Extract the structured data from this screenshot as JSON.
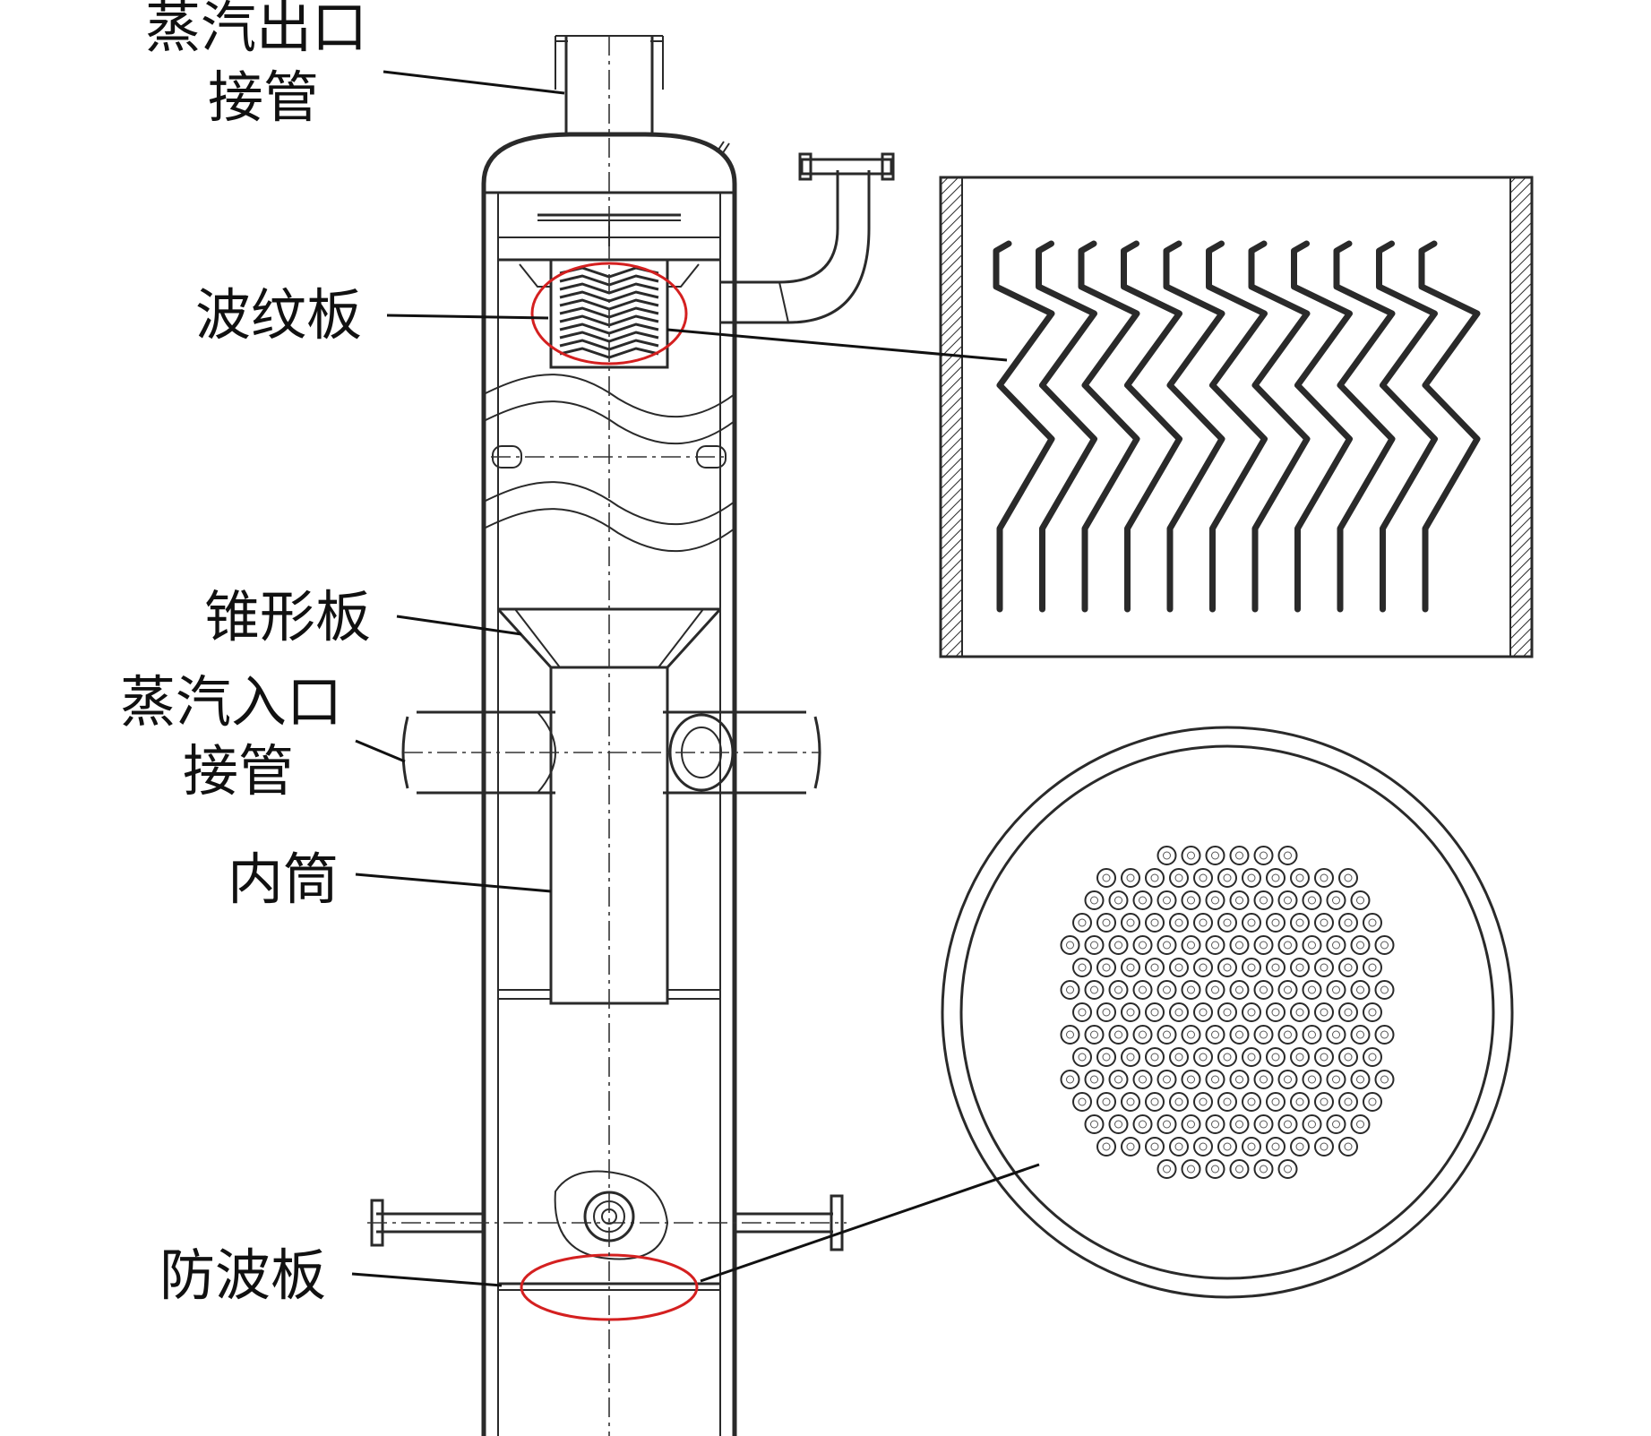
{
  "labels": {
    "steam_outlet_line1": "蒸汽出口",
    "steam_outlet_line2": "接管",
    "corrugated_plate": "波纹板",
    "cone_plate": "锥形板",
    "steam_inlet_line1": "蒸汽入口",
    "steam_inlet_line2": "接管",
    "inner_cylinder": "内筒",
    "anti_wave_plate": "防波板"
  },
  "colors": {
    "line": "#2a2a2a",
    "highlight": "#d42020",
    "background": "#ffffff"
  },
  "detail_views": {
    "corrugated_plate_count": 11,
    "perforated_plate_rows": [
      6,
      11,
      12,
      13,
      14,
      13,
      14,
      13,
      14,
      13,
      14,
      13,
      12,
      11,
      6
    ]
  }
}
